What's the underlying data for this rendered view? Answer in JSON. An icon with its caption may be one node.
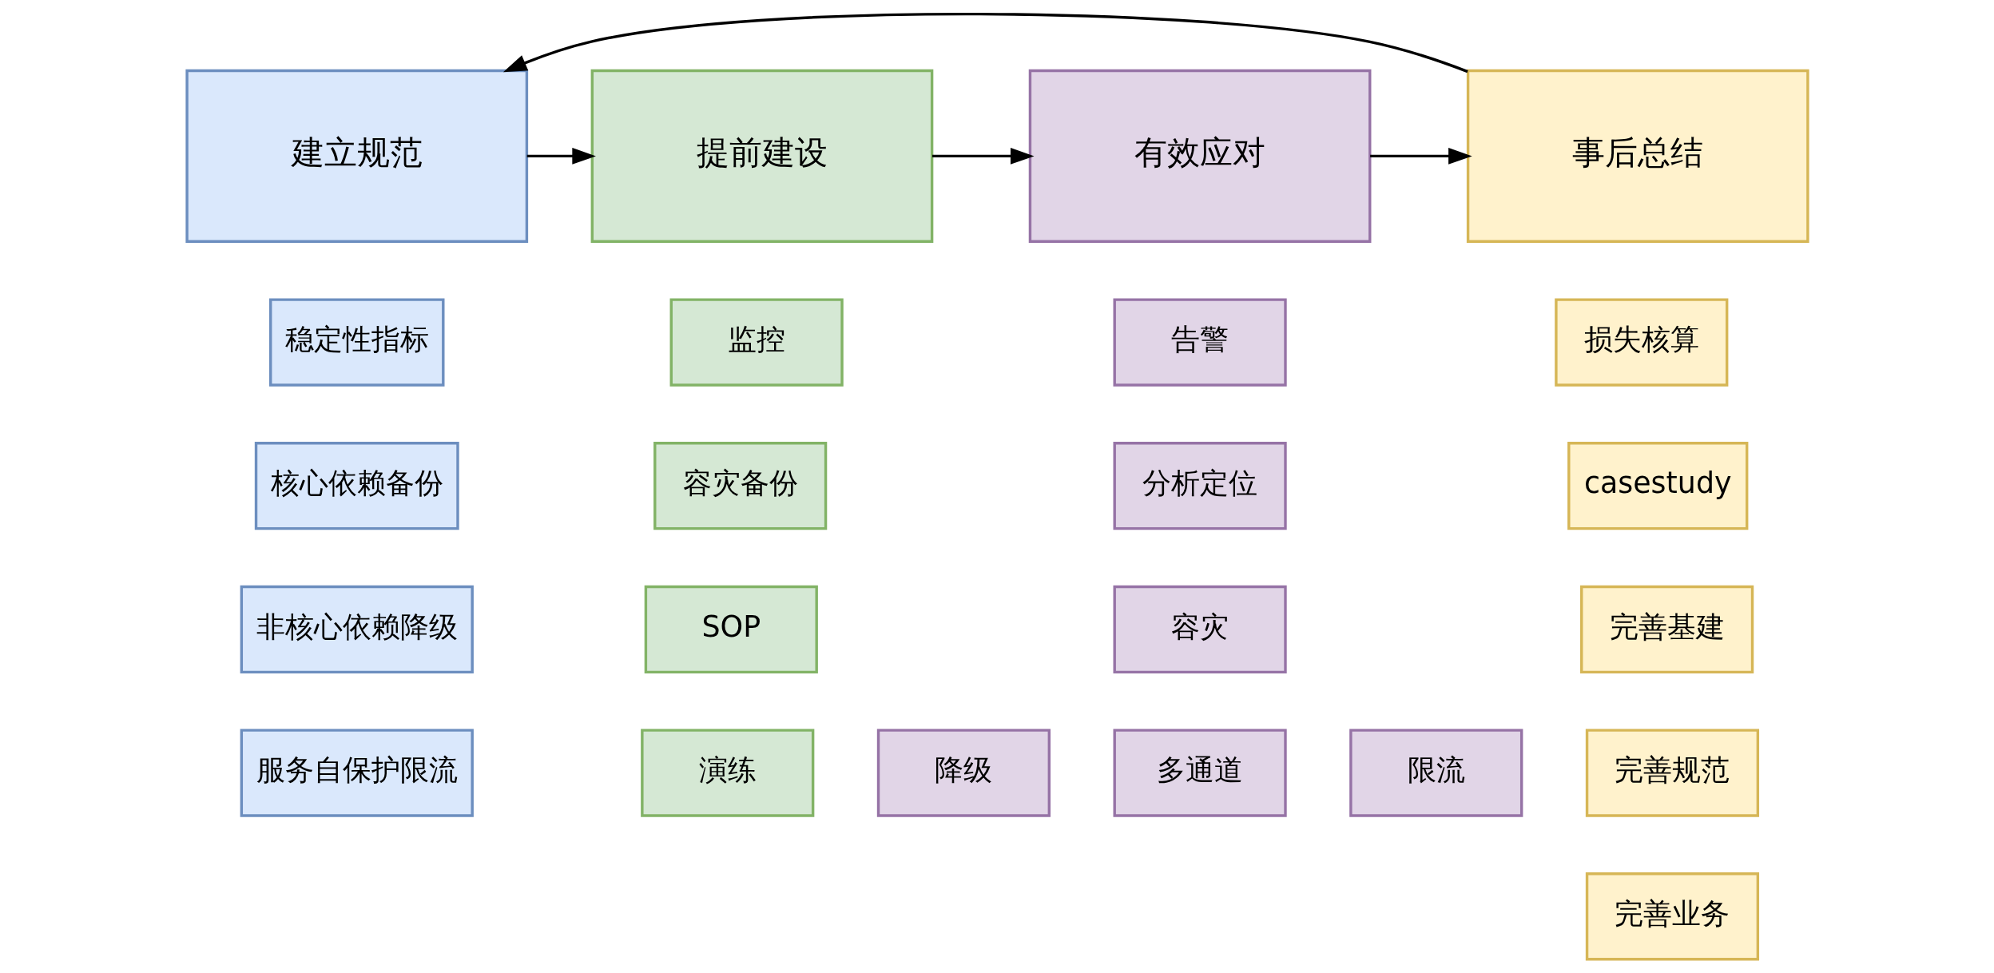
{
  "diagram": {
    "nodes": [
      {
        "text": [
          "建立规范"
        ]
      },
      {
        "text": [
          "提前建设"
        ]
      },
      {
        "text": [
          "有效应对"
        ]
      },
      {
        "text": [
          "事后总结"
        ]
      },
      {
        "text": [
          "稳定性指标"
        ]
      },
      {
        "text": [
          "核心依赖备份"
        ]
      },
      {
        "text": [
          "非核心依赖降级"
        ]
      },
      {
        "text": [
          "服务自保护限流"
        ]
      },
      {
        "text": [
          "监控"
        ]
      },
      {
        "text": [
          "容灾备份"
        ]
      },
      {
        "text": [
          "SOP"
        ]
      },
      {
        "text": [
          "演练"
        ]
      },
      {
        "text": [
          "告警"
        ]
      },
      {
        "text": [
          "分析定位"
        ]
      },
      {
        "text": [
          "容灾"
        ]
      },
      {
        "text": [
          "降级"
        ]
      },
      {
        "text": [
          "多通道"
        ]
      },
      {
        "text": [
          "限流"
        ]
      },
      {
        "text": [
          "损失核算"
        ]
      },
      {
        "text": [
          "casestudy"
        ]
      },
      {
        "text": [
          "完善基建"
        ]
      },
      {
        "text": [
          "完善规范"
        ]
      },
      {
        "text": [
          "完善业务"
        ]
      }
    ],
    "edges": [
      {
        "from": 0,
        "to": 1,
        "arrow": "to"
      },
      {
        "from": 1,
        "to": 2,
        "arrow": "to"
      },
      {
        "from": 2,
        "to": 3,
        "arrow": "to"
      },
      {
        "from": 3,
        "to": 0,
        "arrow": "to"
      }
    ]
  }
}
